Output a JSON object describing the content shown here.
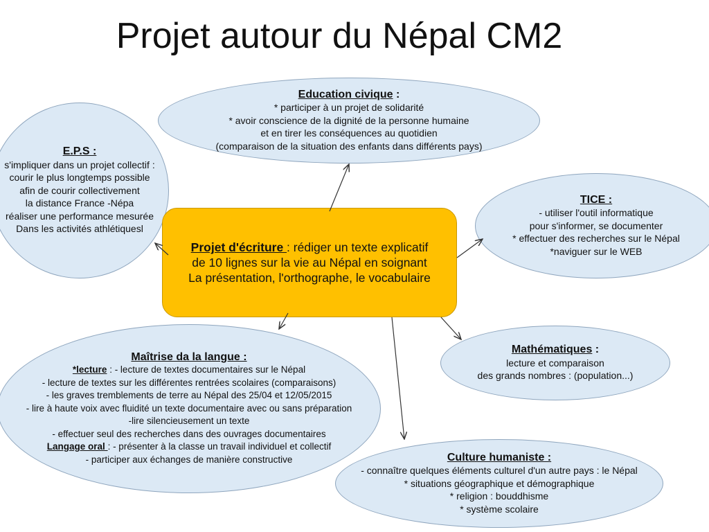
{
  "title": "Projet autour du Népal CM2",
  "center": {
    "heading": "Projet d'écriture ",
    "lines": [
      ": rédiger un texte explicatif",
      "de 10 lignes sur la vie au Népal en soignant",
      "La présentation, l'orthographe, le vocabulaire"
    ]
  },
  "education": {
    "heading": "Education civique",
    "suffix": " :",
    "lines": [
      "* participer à un projet de solidarité",
      "* avoir conscience de la dignité de la personne humaine",
      "et en tirer les conséquences au quotidien",
      "(comparaison de la situation des enfants dans différents pays)"
    ]
  },
  "eps": {
    "heading": "E.P.S :",
    "lines": [
      "s'impliquer dans un projet collectif :",
      "courir le plus longtemps possible",
      "afin de courir collectivement",
      "la distance France -Népa",
      "réaliser une performance mesurée",
      "Dans les activités athlétiquesl"
    ]
  },
  "tice": {
    "heading": "TICE :",
    "lines": [
      "- utiliser l'outil informatique",
      "pour s'informer, se documenter",
      "* effectuer des recherches sur le Népal",
      "*naviguer sur le WEB"
    ]
  },
  "maths": {
    "heading": "Mathématiques",
    "suffix": " :",
    "lines": [
      "lecture et comparaison",
      "des grands nombres : (population...)"
    ]
  },
  "langue": {
    "heading": "Maîtrise da la langue :",
    "lecture_label": "*lecture",
    "lecture_text": " : - lecture de textes documentaires sur le Népal",
    "lines": [
      "- lecture de textes sur les différentes rentrées scolaires (comparaisons)",
      "- les graves tremblements  de terre au Népal des 25/04 et 12/05/2015",
      "- lire à haute voix avec fluidité un texte documentaire avec ou sans préparation",
      "-lire silencieusement un texte",
      "- effectuer seul des recherches dans des ouvrages documentaires"
    ],
    "oral_label": "Langage oral ",
    "oral_text": ": - présenter à la classe un travail individuel et collectif",
    "last": "- participer aux échanges de manière constructive"
  },
  "culture": {
    "heading": "Culture humaniste :",
    "lines": [
      "- connaître quelques éléments culturel d'un autre pays : le Népal",
      "* situations géographique et démographique",
      "* religion : bouddhisme",
      "* système scolaire"
    ]
  }
}
